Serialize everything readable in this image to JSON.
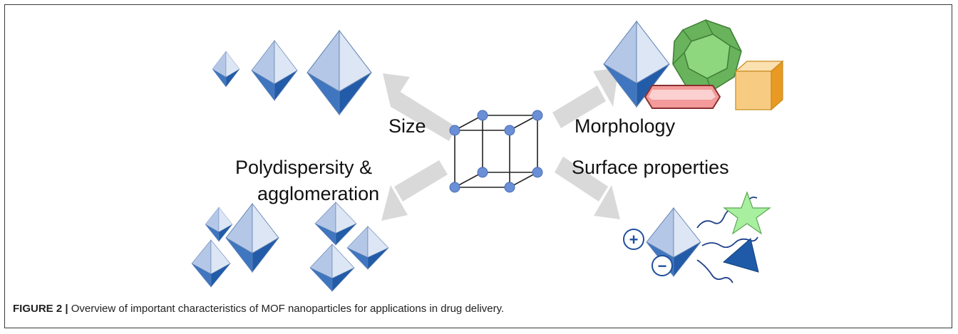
{
  "labels": {
    "size": "Size",
    "morphology": "Morphology",
    "polydispersity_line1": "Polydispersity &",
    "polydispersity_line2": "agglomeration",
    "surface": "Surface properties"
  },
  "charge_symbols": {
    "plus": "+",
    "minus": "−"
  },
  "caption": {
    "label": "FIGURE 2 |",
    "text": " Overview of important characteristics of MOF nanoparticles for applications in drug delivery."
  },
  "colors": {
    "octa_light": "#cfdcef",
    "octa_mid": "#8aa6d0",
    "octa_dark": "#2a62ad",
    "node": "#6a8fd6",
    "arrow": "#d9d9d9",
    "dodeca": "#7dcc6e",
    "prism": "#f4a3a3",
    "cube": "#f7c676",
    "star": "#a8f0a0",
    "triangle": "#1f5aa8"
  }
}
